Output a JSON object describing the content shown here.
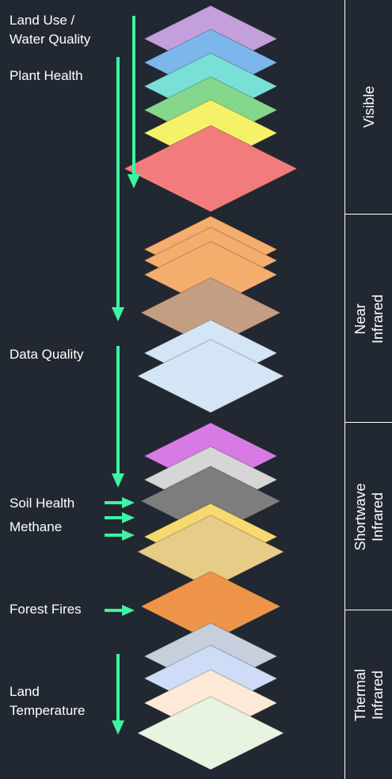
{
  "colors": {
    "background": "#222831",
    "arrow": "#3cf5a0",
    "text": "#ffffff"
  },
  "labels": {
    "land_use_water_quality": "Land Use /\nWater Quality",
    "plant_health": "Plant Health",
    "data_quality": "Data Quality",
    "soil_health": "Soil Health",
    "methane": "Methane",
    "forest_fires": "Forest Fires",
    "land_temperature": "Land\nTemperature"
  },
  "bands": {
    "visible": "Visible",
    "near_infrared": "Near Infrared",
    "shortwave_infrared": "Shortwave\nInfrared",
    "thermal_infrared": "Thermal\nInfrared"
  },
  "layers": [
    {
      "group": "visible",
      "color": "#c39fdc"
    },
    {
      "group": "visible",
      "color": "#7cb6ea"
    },
    {
      "group": "visible",
      "color": "#79e0d8"
    },
    {
      "group": "visible",
      "color": "#85d88b"
    },
    {
      "group": "visible",
      "color": "#f5f26a"
    },
    {
      "group": "visible",
      "color": "#f27c7c"
    },
    {
      "group": "near_infrared",
      "color": "#f5ad6e"
    },
    {
      "group": "near_infrared",
      "color": "#f5ad6e"
    },
    {
      "group": "near_infrared",
      "color": "#f5ad6e"
    },
    {
      "group": "near_infrared",
      "color": "#c49e82"
    },
    {
      "group": "near_infrared",
      "color": "#d4e6f6"
    },
    {
      "group": "near_infrared",
      "color": "#d4e6f6"
    },
    {
      "group": "shortwave_infrared",
      "color": "#d77ae3"
    },
    {
      "group": "shortwave_infrared",
      "color": "#d6d6d6"
    },
    {
      "group": "shortwave_infrared",
      "color": "#7d7d7d"
    },
    {
      "group": "shortwave_infrared",
      "color": "#f6da70"
    },
    {
      "group": "shortwave_infrared",
      "color": "#e6cc87"
    },
    {
      "group": "shortwave_infrared",
      "color": "#ef954a"
    },
    {
      "group": "thermal_infrared",
      "color": "#c6cfdb"
    },
    {
      "group": "thermal_infrared",
      "color": "#cedcf7"
    },
    {
      "group": "thermal_infrared",
      "color": "#fde9d6"
    },
    {
      "group": "thermal_infrared",
      "color": "#e8f3e2"
    }
  ]
}
